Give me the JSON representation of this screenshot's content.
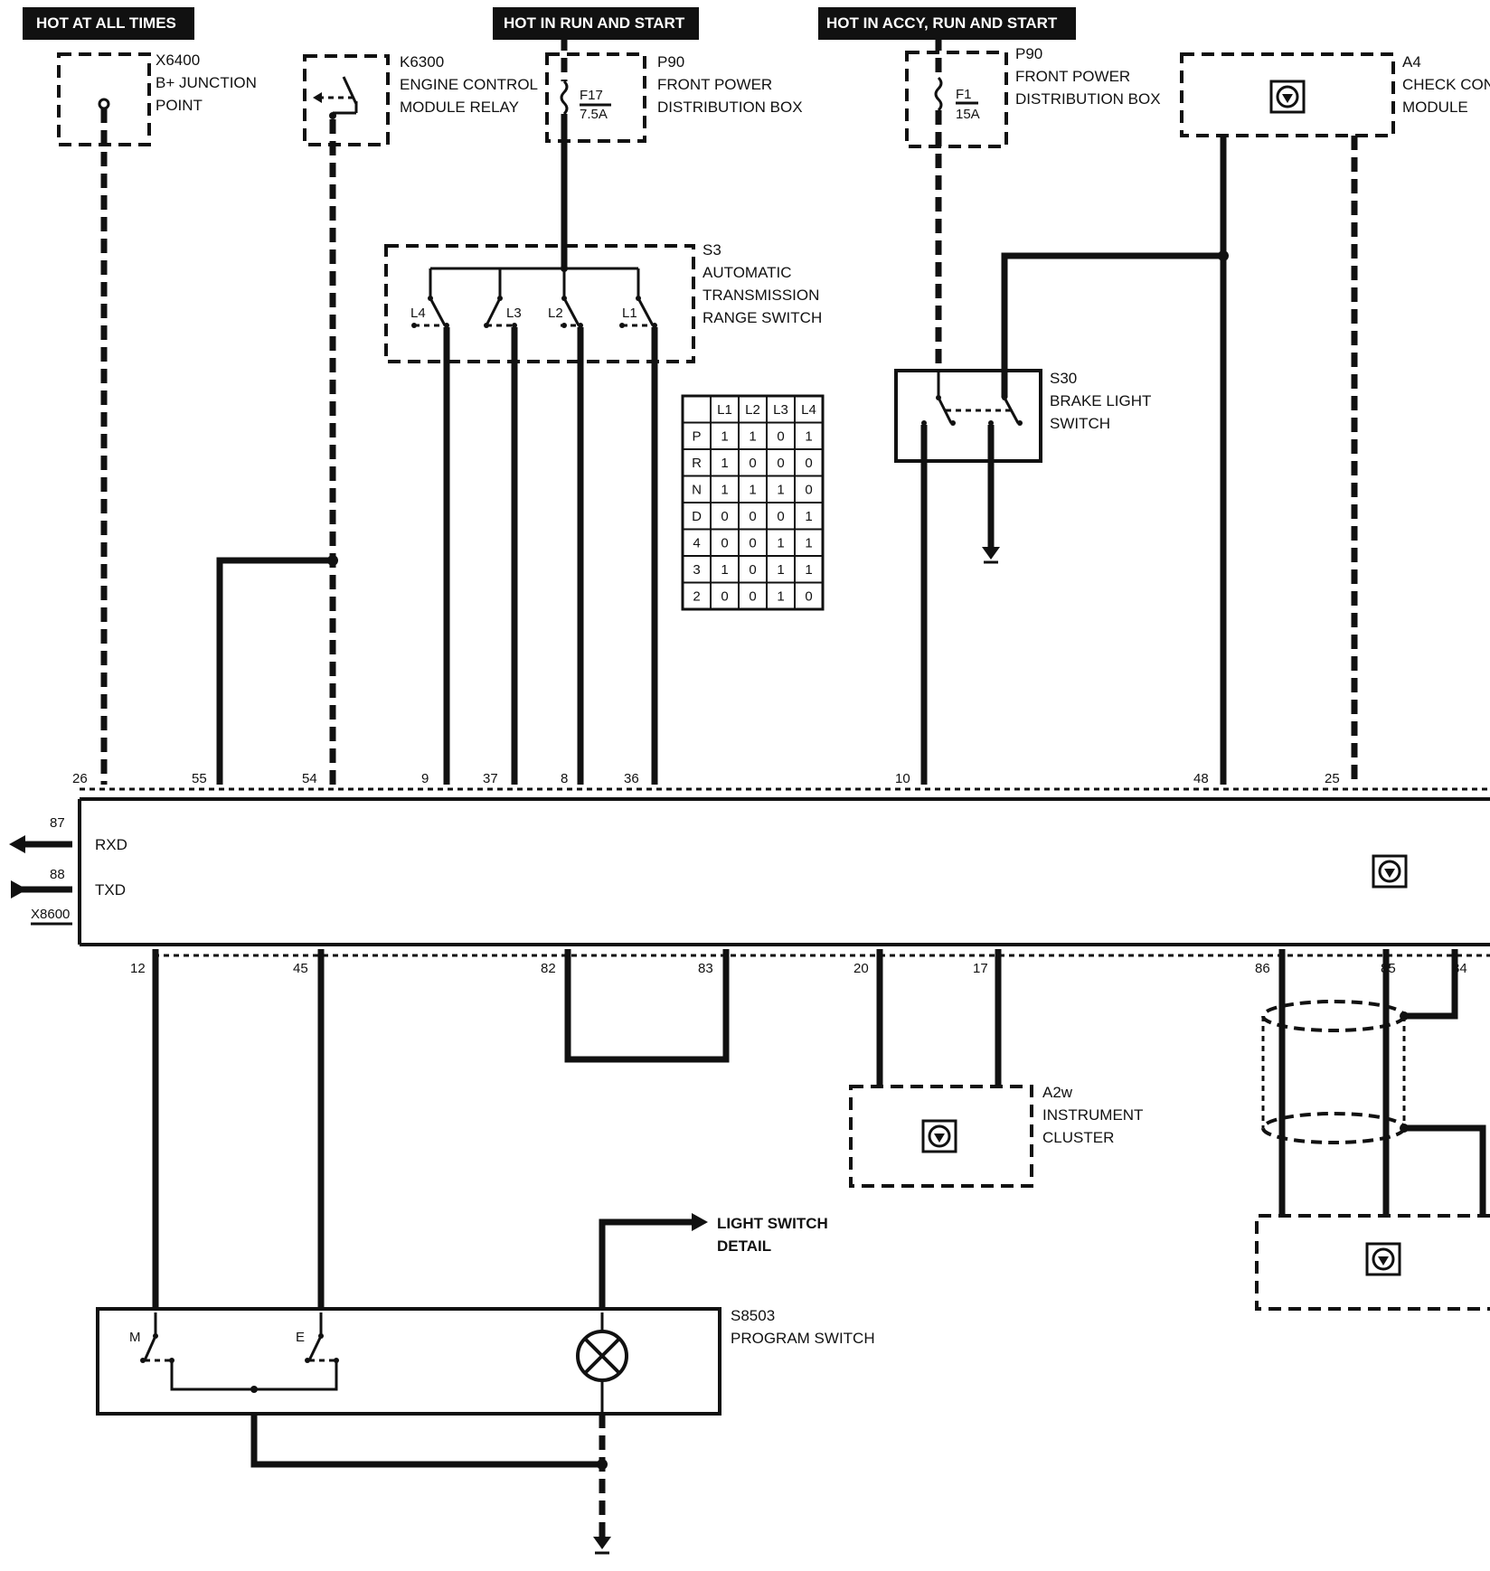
{
  "banners": {
    "hot_always": "HOT AT ALL TIMES",
    "hot_run_start": "HOT IN RUN AND START",
    "hot_accy": "HOT IN ACCY, RUN AND START"
  },
  "components": {
    "x6400": {
      "id": "X6400",
      "line1": "B+ JUNCTION",
      "line2": "POINT"
    },
    "k6300": {
      "id": "K6300",
      "line1": "ENGINE CONTROL",
      "line2": "MODULE RELAY"
    },
    "p90a": {
      "id": "P90",
      "line1": "FRONT POWER",
      "line2": "DISTRIBUTION BOX",
      "fuse": "F17",
      "rating": "7.5A"
    },
    "p90b": {
      "id": "P90",
      "line1": "FRONT POWER",
      "line2": "DISTRIBUTION BOX",
      "fuse": "F1",
      "rating": "15A"
    },
    "a4": {
      "id": "A4",
      "line1": "CHECK CON",
      "line2": "MODULE"
    },
    "s3": {
      "id": "S3",
      "line1": "AUTOMATIC",
      "line2": "TRANSMISSION",
      "line3": "RANGE SWITCH",
      "contacts": [
        "L4",
        "L3",
        "L2",
        "L1"
      ]
    },
    "s30": {
      "id": "S30",
      "line1": "BRAKE LIGHT",
      "line2": "SWITCH"
    },
    "a2w": {
      "id": "A2w",
      "line1": "INSTRUMENT",
      "line2": "CLUSTER"
    },
    "s8503": {
      "id": "S8503",
      "line1": "PROGRAM SWITCH",
      "contact_m": "M",
      "contact_e": "E"
    },
    "light_switch": {
      "line1": "LIGHT SWITCH",
      "line2": "DETAIL"
    },
    "connector": {
      "rxd": "RXD",
      "txd": "TXD",
      "id": "X8600",
      "pin_rxd": "87",
      "pin_txd": "88"
    }
  },
  "pins_top": [
    "26",
    "55",
    "54",
    "9",
    "37",
    "8",
    "36",
    "10",
    "48",
    "25"
  ],
  "pins_bottom": [
    "12",
    "45",
    "82",
    "83",
    "20",
    "17",
    "86",
    "85",
    "84"
  ],
  "truth_table": {
    "headers": [
      "",
      "L1",
      "L2",
      "L3",
      "L4"
    ],
    "rows": [
      [
        "P",
        "1",
        "1",
        "0",
        "1"
      ],
      [
        "R",
        "1",
        "0",
        "0",
        "0"
      ],
      [
        "N",
        "1",
        "1",
        "1",
        "0"
      ],
      [
        "D",
        "0",
        "0",
        "0",
        "1"
      ],
      [
        "4",
        "0",
        "0",
        "1",
        "1"
      ],
      [
        "3",
        "1",
        "0",
        "1",
        "1"
      ],
      [
        "2",
        "0",
        "0",
        "1",
        "0"
      ]
    ]
  }
}
